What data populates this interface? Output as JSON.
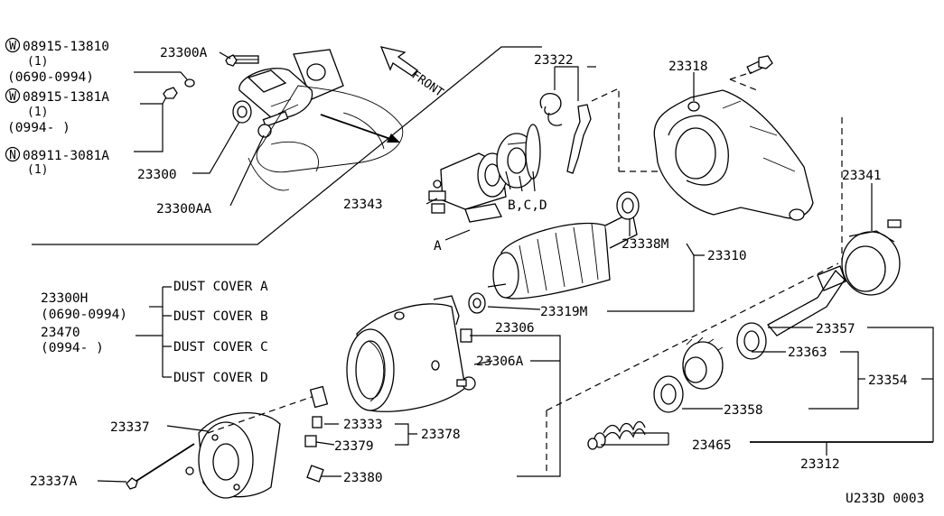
{
  "fasteners": {
    "w1_code": "W",
    "w1_part": "08915-13810",
    "w1_qty": "(1)",
    "w1_range": "(0690-0994)",
    "w2_code": "W",
    "w2_part": "08915-1381A",
    "w2_qty": "(1)",
    "w2_range": "(0994-    )",
    "n_code": "N",
    "n_part": "08911-3081A",
    "n_qty": "(1)"
  },
  "callouts": {
    "p23300A": "23300A",
    "p23300": "23300",
    "p23300AA": "23300AA",
    "front": "FRONT",
    "p23322": "23322",
    "p23318": "23318",
    "p23343": "23343",
    "bcd": "B,C,D",
    "a": "A",
    "p23341": "23341",
    "p23338M": "23338M",
    "p23310": "23310",
    "p23319M": "23319M",
    "p23306": "23306",
    "p23306A": "23306A",
    "p23357": "23357",
    "p23363": "23363",
    "p23354": "23354",
    "p23358": "23358",
    "p23333": "23333",
    "p23378": "23378",
    "p23379": "23379",
    "p23337": "23337",
    "p23337A": "23337A",
    "p23380": "23380",
    "p23465": "23465",
    "p23312": "23312"
  },
  "dust_cover": {
    "p23300H": "23300H",
    "range1": "(0690-0994)",
    "p23470": "23470",
    "range2": "(0994-    )",
    "items": [
      "DUST COVER A",
      "DUST COVER B",
      "DUST COVER C",
      "DUST COVER D"
    ]
  },
  "footer": {
    "code": "U233D 0003"
  }
}
